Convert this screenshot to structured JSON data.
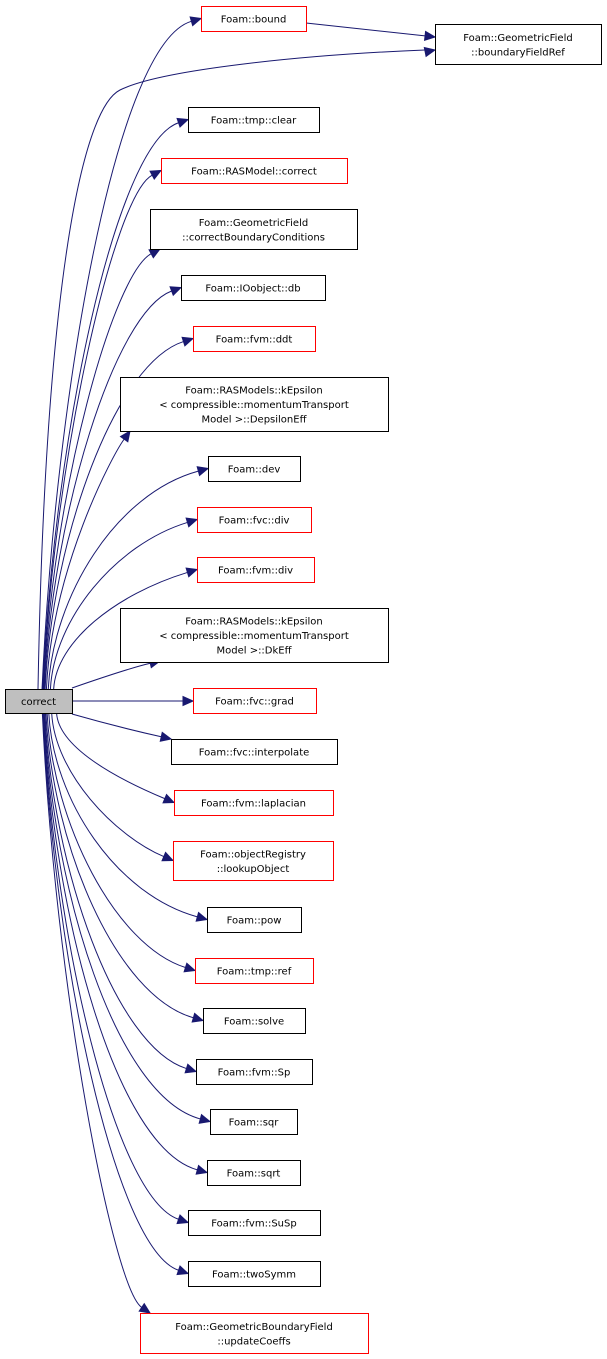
{
  "graph": {
    "edge_color": "#191970",
    "root": {
      "lines": [
        "correct"
      ],
      "fill": "#bfbfbf",
      "border": "#000000"
    },
    "nodes": [
      {
        "lines": [
          "Foam::bound"
        ],
        "border": "#ff0000"
      },
      {
        "lines": [
          "Foam::GeometricField",
          "::boundaryFieldRef"
        ],
        "border": "#000000"
      },
      {
        "lines": [
          "Foam::tmp::clear"
        ],
        "border": "#000000"
      },
      {
        "lines": [
          "Foam::RASModel::correct"
        ],
        "border": "#ff0000"
      },
      {
        "lines": [
          "Foam::GeometricField",
          "::correctBoundaryConditions"
        ],
        "border": "#000000"
      },
      {
        "lines": [
          "Foam::IOobject::db"
        ],
        "border": "#000000"
      },
      {
        "lines": [
          "Foam::fvm::ddt"
        ],
        "border": "#ff0000"
      },
      {
        "lines": [
          "Foam::RASModels::kEpsilon",
          "< compressible::momentumTransport",
          "Model >::DepsilonEff"
        ],
        "border": "#000000"
      },
      {
        "lines": [
          "Foam::dev"
        ],
        "border": "#000000"
      },
      {
        "lines": [
          "Foam::fvc::div"
        ],
        "border": "#ff0000"
      },
      {
        "lines": [
          "Foam::fvm::div"
        ],
        "border": "#ff0000"
      },
      {
        "lines": [
          "Foam::RASModels::kEpsilon",
          "< compressible::momentumTransport",
          "Model >::DkEff"
        ],
        "border": "#000000"
      },
      {
        "lines": [
          "Foam::fvc::grad"
        ],
        "border": "#ff0000"
      },
      {
        "lines": [
          "Foam::fvc::interpolate"
        ],
        "border": "#000000"
      },
      {
        "lines": [
          "Foam::fvm::laplacian"
        ],
        "border": "#ff0000"
      },
      {
        "lines": [
          "Foam::objectRegistry",
          "::lookupObject"
        ],
        "border": "#ff0000"
      },
      {
        "lines": [
          "Foam::pow"
        ],
        "border": "#000000"
      },
      {
        "lines": [
          "Foam::tmp::ref"
        ],
        "border": "#ff0000"
      },
      {
        "lines": [
          "Foam::solve"
        ],
        "border": "#000000"
      },
      {
        "lines": [
          "Foam::fvm::Sp"
        ],
        "border": "#000000"
      },
      {
        "lines": [
          "Foam::sqr"
        ],
        "border": "#000000"
      },
      {
        "lines": [
          "Foam::sqrt"
        ],
        "border": "#000000"
      },
      {
        "lines": [
          "Foam::fvm::SuSp"
        ],
        "border": "#000000"
      },
      {
        "lines": [
          "Foam::twoSymm"
        ],
        "border": "#000000"
      },
      {
        "lines": [
          "Foam::GeometricBoundaryField",
          "::updateCoeffs"
        ],
        "border": "#ff0000"
      }
    ]
  }
}
